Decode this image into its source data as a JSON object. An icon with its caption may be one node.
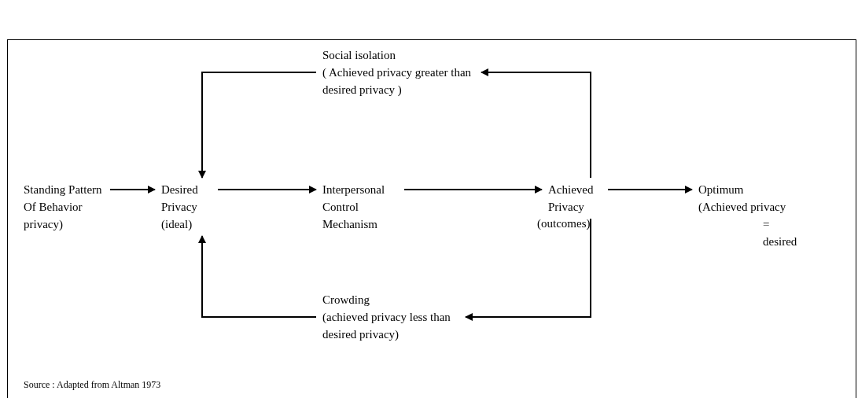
{
  "diagram": {
    "caption": "Source : Adapted from Altman 1973",
    "nodes": [
      {
        "text": [
          "Standing Pattern Of Behavior privacy)"
        ]
      },
      {
        "text": [
          "Desired Privacy (ideal)"
        ]
      },
      {
        "text": [
          "Interpersonal Control Mechanism"
        ]
      },
      {
        "text": [
          "Achieved Privacy"
        ]
      },
      {
        "text": [
          "Optimum (Achieved privacy",
          "= desired"
        ]
      },
      {
        "text": [
          "Social isolation",
          "( Achieved privacy greater than desired privacy )"
        ]
      },
      {
        "text": [
          "Crowding",
          "(achieved privacy less than desired privacy)"
        ]
      }
    ],
    "edges": [
      {
        "from": 0,
        "to": 1,
        "arrow": "to"
      },
      {
        "from": 1,
        "to": 2,
        "arrow": "to"
      },
      {
        "from": 2,
        "to": 3,
        "arrow": "to"
      },
      {
        "from": 3,
        "to": 4,
        "arrow": "to"
      },
      {
        "from": 3,
        "to": 5,
        "arrow": "to"
      },
      {
        "from": 5,
        "to": 1,
        "arrow": "to"
      },
      {
        "from": 3,
        "to": 6,
        "arrow": "to"
      },
      {
        "from": 6,
        "to": 1,
        "arrow": "to"
      }
    ],
    "labels": [
      "(outcomes)"
    ]
  }
}
